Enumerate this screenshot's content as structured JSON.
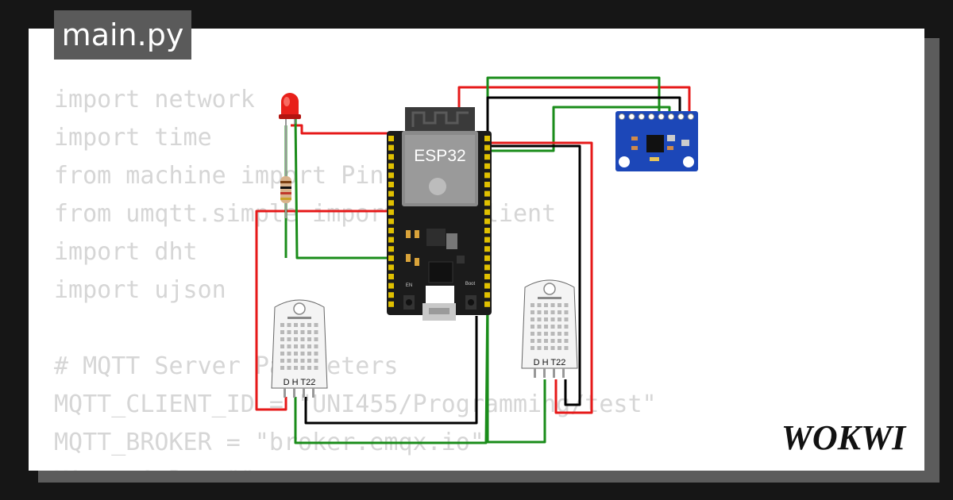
{
  "file_tab": {
    "label": "main.py"
  },
  "code_lines": [
    "import network",
    "import time",
    "from machine import Pin",
    "from umqtt.simple import MQTTClient",
    "import dht",
    "import ujson",
    "",
    "# MQTT Server Parameters",
    "MQTT_CLIENT_ID = \"UNI455/Programming/test\"",
    "MQTT_BROKER = \"broker.emqx.io\"",
    "MQTT_USER = \"\""
  ],
  "board": {
    "label": "ESP32",
    "boot_label": "Boot",
    "en_label": "EN"
  },
  "sensors": [
    {
      "label": "D H T22"
    },
    {
      "label": "D H T22"
    }
  ],
  "brand": {
    "logo": "WOKWI"
  },
  "colors": {
    "wire_red": "#e61919",
    "wire_green": "#1a8c1a",
    "wire_black": "#000000",
    "board": "#1b1b1b",
    "imu": "#1c47b8"
  }
}
